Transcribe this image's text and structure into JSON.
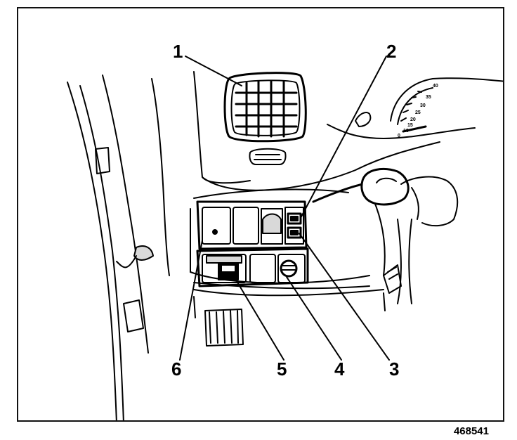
{
  "figure_id": "468541",
  "callouts": [
    {
      "id": "1",
      "label": "1"
    },
    {
      "id": "2",
      "label": "2"
    },
    {
      "id": "3",
      "label": "3"
    },
    {
      "id": "4",
      "label": "4"
    },
    {
      "id": "5",
      "label": "5"
    },
    {
      "id": "6",
      "label": "6"
    }
  ],
  "gauge_numbers": [
    "40",
    "30",
    "20",
    "10",
    "0",
    "35",
    "25",
    "15"
  ],
  "colors": {
    "ink": "#000000",
    "paper": "#ffffff",
    "shade": "#d9d9d9"
  }
}
